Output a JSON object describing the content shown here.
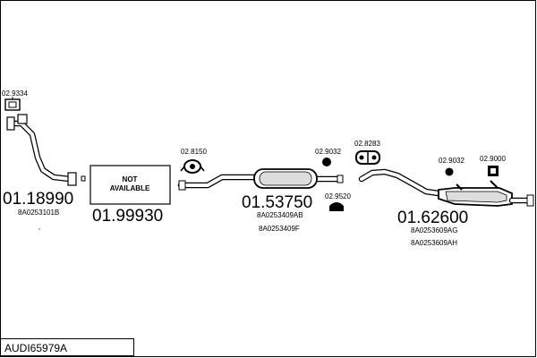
{
  "title": "AUDI65979A",
  "not_available": {
    "line1": "NOT",
    "line2": "AVAILABLE"
  },
  "parts": {
    "front_pipe": {
      "code": "01.18990",
      "ref": "8A0253101B",
      "gasket": "02.9334"
    },
    "middle_na": {
      "code": "01.99930"
    },
    "center_silencer": {
      "code": "01.53750",
      "ref1": "8A0253409AB",
      "ref2": "8A0253409F",
      "clamp": "02.8150",
      "hanger": "02.9032",
      "rubber": "02.9520"
    },
    "rear_silencer": {
      "code": "01.62600",
      "ref1": "8A0253609AG",
      "ref2": "8A0253609AH",
      "clamp": "02.8283",
      "hanger": "02.9032",
      "bracket": "02.9000"
    }
  }
}
